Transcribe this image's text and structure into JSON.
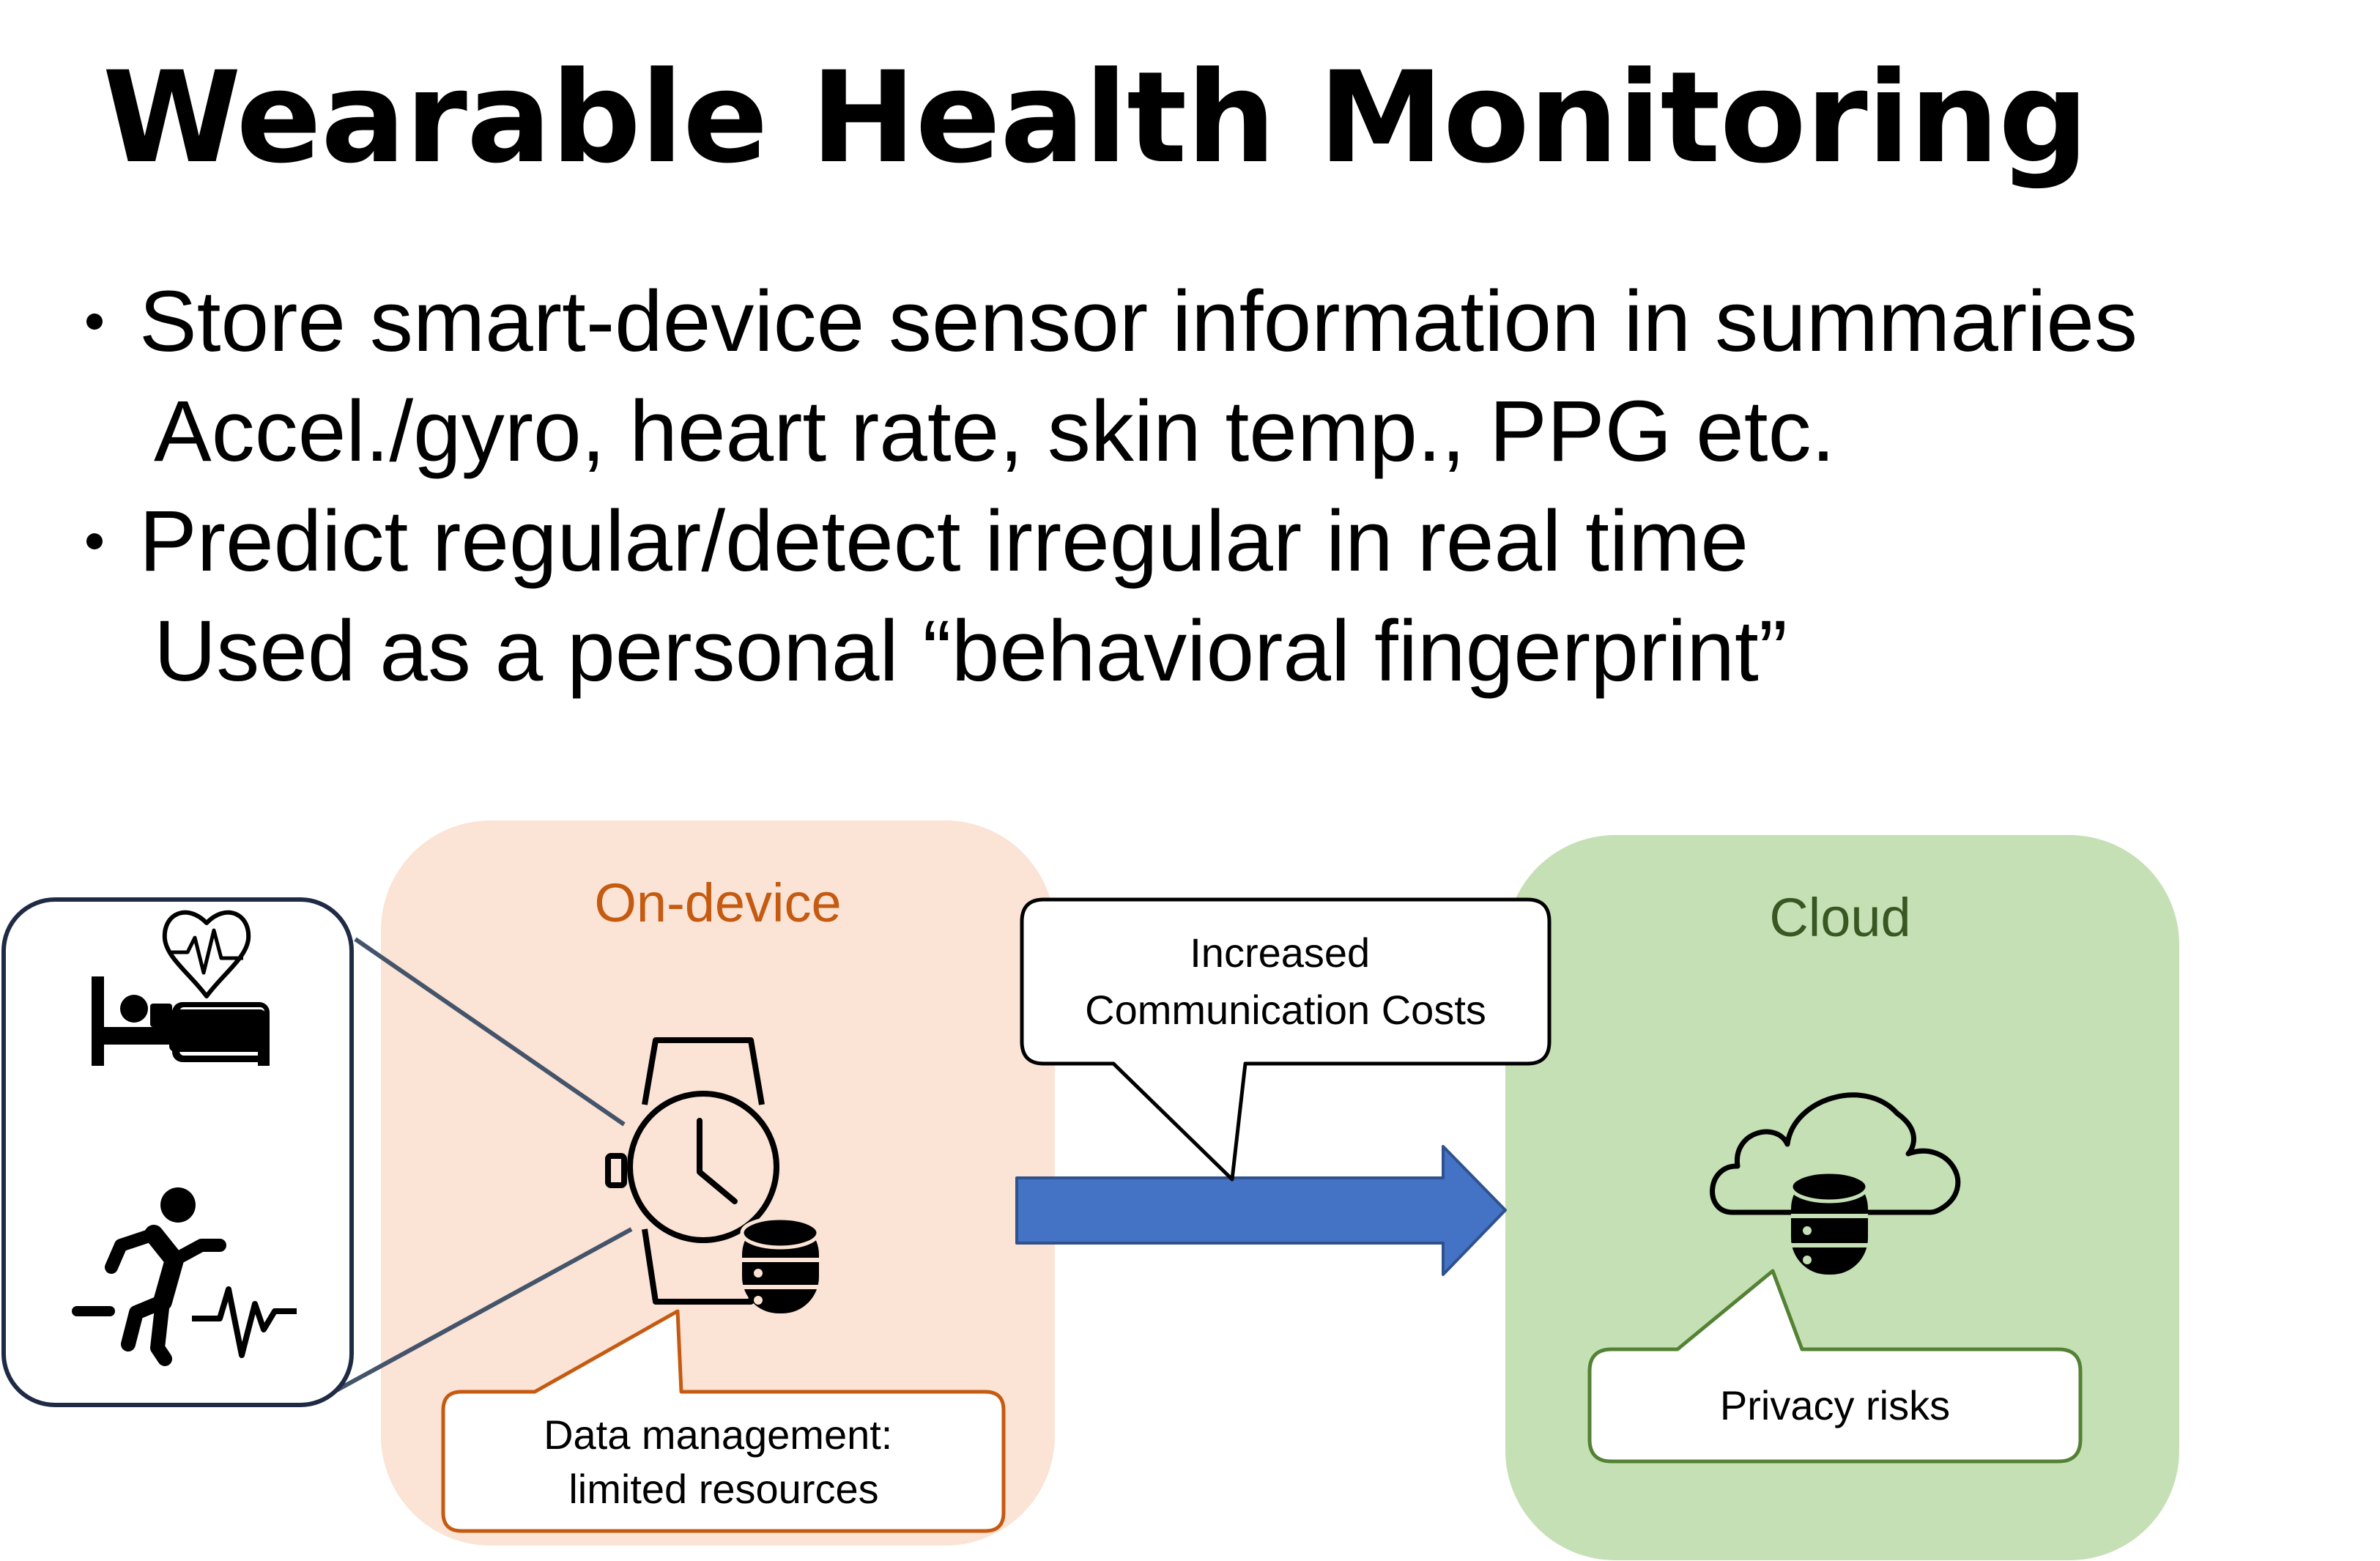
{
  "slide": {
    "title": "Wearable Health Monitoring",
    "bullets": [
      {
        "text": "Store smart-device sensor information in summaries",
        "sub": "Accel./gyro, heart rate, skin temp., PPG etc."
      },
      {
        "text": "Predict regular/detect irregular in real time",
        "sub": "Used as a personal “behavioral fingerprint”"
      }
    ]
  },
  "diagram": {
    "on_device": {
      "label": "On-device",
      "callout": [
        "Data management:",
        "limited resources"
      ]
    },
    "transfer": {
      "callout": [
        "Increased",
        "Communication Costs"
      ]
    },
    "cloud": {
      "label": "Cloud",
      "callout": "Privacy risks"
    },
    "icons": [
      "heart-monitor-icon",
      "bed-sleep-icon",
      "running-person-icon",
      "pulse-icon",
      "smartwatch-icon",
      "database-icon",
      "cloud-icon",
      "arrow-right-icon"
    ],
    "colors": {
      "on_device_bg": "#FBE3D5",
      "on_device_text": "#C55A11",
      "cloud_bg": "#C5E0B4",
      "cloud_text": "#385723",
      "arrow": "#4472C4",
      "connector": "#44546A"
    }
  }
}
